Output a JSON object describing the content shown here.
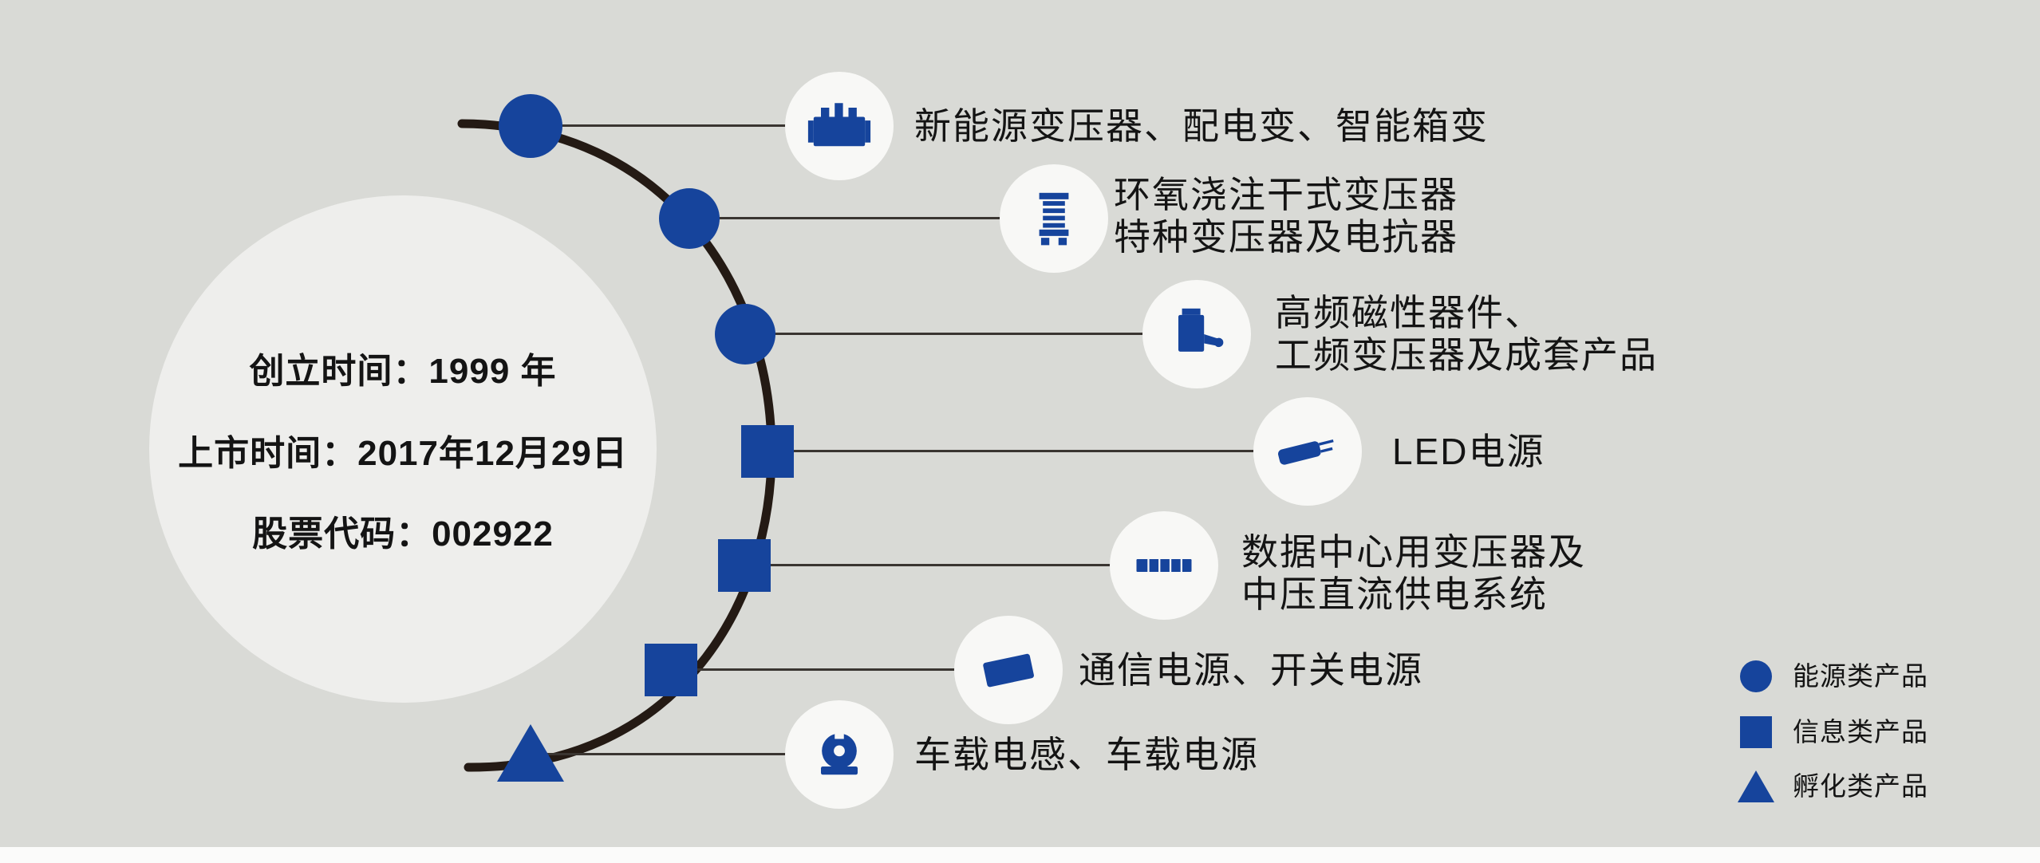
{
  "colors": {
    "background": "#d9dad6",
    "blue": "#16449c",
    "arc": "#241a14",
    "connector": "#3a3531",
    "bubble": "#f8f8f6",
    "company_circle": "#eeeeec",
    "text": "#141414"
  },
  "company": {
    "founded": "创立时间：1999 年",
    "listed": "上市时间：2017年12月29日",
    "stock_code": "股票代码：002922"
  },
  "products": [
    {
      "category": "energy",
      "marker": "circle",
      "icon": "transformer-icon",
      "lines": [
        "新能源变压器、配电变、智能箱变"
      ]
    },
    {
      "category": "energy",
      "marker": "circle",
      "icon": "dry-type-transformer-icon",
      "lines": [
        "环氧浇注干式变压器",
        "特种变压器及电抗器"
      ]
    },
    {
      "category": "energy",
      "marker": "circle",
      "icon": "magnetic-component-icon",
      "lines": [
        "高频磁性器件、",
        "工频变压器及成套产品"
      ]
    },
    {
      "category": "information",
      "marker": "square",
      "icon": "led-power-icon",
      "lines": [
        "LED电源"
      ]
    },
    {
      "category": "information",
      "marker": "square",
      "icon": "data-center-power-icon",
      "lines": [
        "数据中心用变压器及",
        "中压直流供电系统"
      ]
    },
    {
      "category": "information",
      "marker": "square",
      "icon": "telecom-power-icon",
      "lines": [
        "通信电源、开关电源"
      ]
    },
    {
      "category": "incubation",
      "marker": "triangle",
      "icon": "vehicle-power-icon",
      "lines": [
        "车载电感、车载电源"
      ]
    }
  ],
  "legend": [
    {
      "marker": "circle",
      "label": "能源类产品"
    },
    {
      "marker": "square",
      "label": "信息类产品"
    },
    {
      "marker": "triangle",
      "label": "孵化类产品"
    }
  ]
}
